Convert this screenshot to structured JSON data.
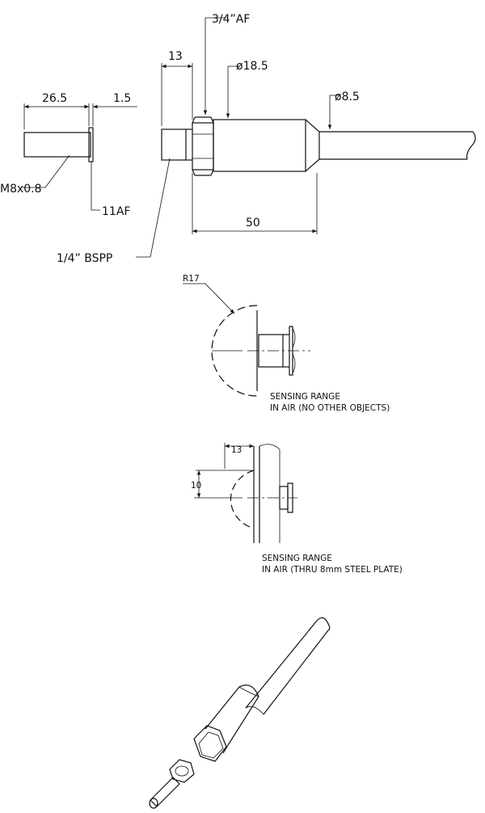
{
  "labels": {
    "thread_m8": "M8x0.8",
    "len_26_5": "26.5",
    "len_1_5": "1.5",
    "af_11": "11AF",
    "bspp": "1/4”  BSPP",
    "len_13_top": "13",
    "af_3_4": "3/4”AF",
    "dia_18_5": "ø18.5",
    "dia_8_5": "ø8.5",
    "len_50": "50",
    "r17": "R17",
    "range_air_line1": "SENSING RANGE",
    "range_air_line2": "IN AIR (NO OTHER OBJECTS)",
    "len_13_mid": "13",
    "len_10": "10",
    "range_plate_line1": "SENSING RANGE",
    "range_plate_line2": "IN AIR (THRU 8mm STEEL PLATE)"
  }
}
